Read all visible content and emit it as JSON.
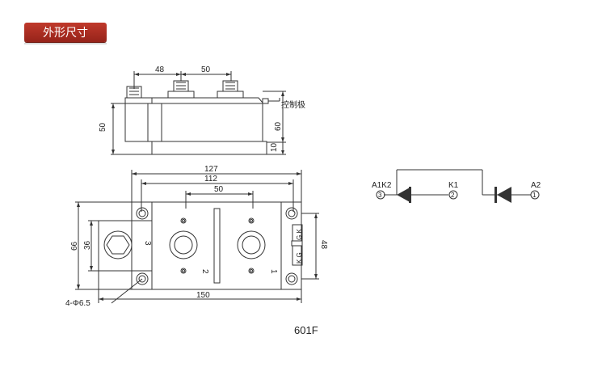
{
  "header": {
    "title": "外形尺寸"
  },
  "side_view": {
    "dims": {
      "top_left": "48",
      "top_right": "50",
      "height_left": "50",
      "height_right": "60",
      "base": "10"
    },
    "callout": "控制极"
  },
  "top_view": {
    "dims": {
      "w127": "127",
      "w112": "112",
      "w50": "50",
      "w150": "150",
      "h66": "66",
      "h36": "36",
      "h48": "48"
    },
    "hole_note": "4-Φ6.5",
    "terminals": {
      "t1": "1",
      "t2": "2",
      "t3": "3"
    },
    "gate_labels": {
      "top": "G K",
      "bottom": "K G"
    }
  },
  "circuit": {
    "labels": {
      "a1k2": "A1K2",
      "k1": "K1",
      "a2": "A2"
    },
    "pins": {
      "p3": "3",
      "p2": "2",
      "p1": "1"
    }
  },
  "model": "601F"
}
